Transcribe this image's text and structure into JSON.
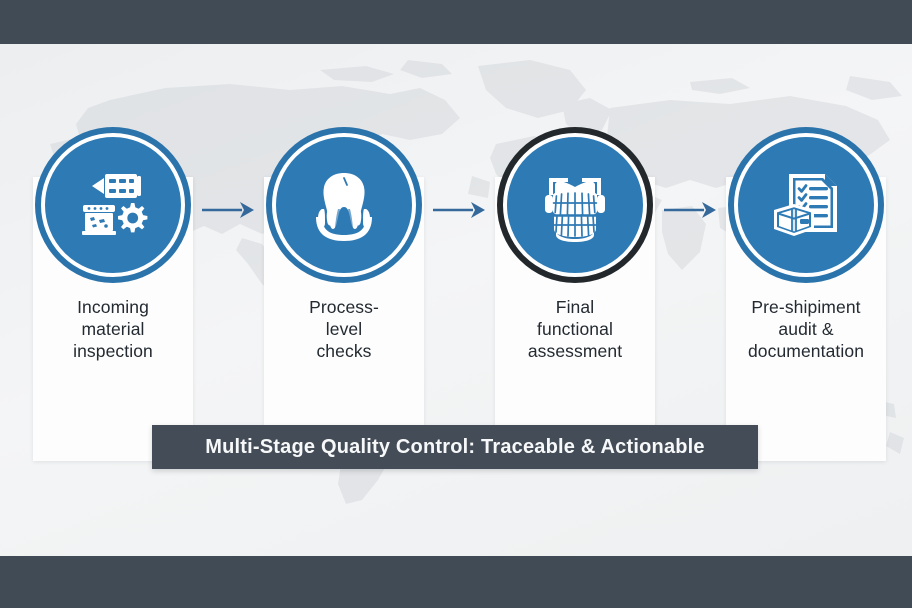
{
  "theme": {
    "band_color": "#414b55",
    "canvas_background": "#eef0f1",
    "accent_blue": "#2e7ab4",
    "ring_blue": "#2b73ab",
    "ring_dark": "#23282c",
    "card_background": "#fdfdfd",
    "label_color": "#232a31",
    "banner_background": "#444d57",
    "banner_text_color": "#f7f8f9",
    "map_color": "#d7dadd",
    "arrow_color": "#35699b"
  },
  "steps": [
    {
      "index": "1",
      "label": "Incoming\nmaterial\ninspection",
      "icon": "factory-gear-icon",
      "ring_style": "blue",
      "highlighted": "false"
    },
    {
      "index": "2",
      "label": "Process-\nlevel\nchecks",
      "icon": "tooth-icon",
      "ring_style": "blue",
      "highlighted": "false"
    },
    {
      "index": "3",
      "label": "Final\nfunctional\nassessment",
      "icon": "dentures-icon",
      "ring_style": "dark",
      "highlighted": "true"
    },
    {
      "index": "4",
      "label": "Pre-shipiment\naudit &\ndocumentation",
      "icon": "checklist-box-icon",
      "ring_style": "blue",
      "highlighted": "false"
    }
  ],
  "connectors": [
    {
      "name": "arrow-right-icon",
      "from": "1",
      "to": "2"
    },
    {
      "name": "arrow-right-icon",
      "from": "2",
      "to": "3"
    },
    {
      "name": "arrow-right-icon",
      "from": "3",
      "to": "4"
    }
  ],
  "banner": {
    "text": "Multi-Stage Quality Control: Traceable & Actionable"
  },
  "background": {
    "icon": "world-map-icon"
  }
}
